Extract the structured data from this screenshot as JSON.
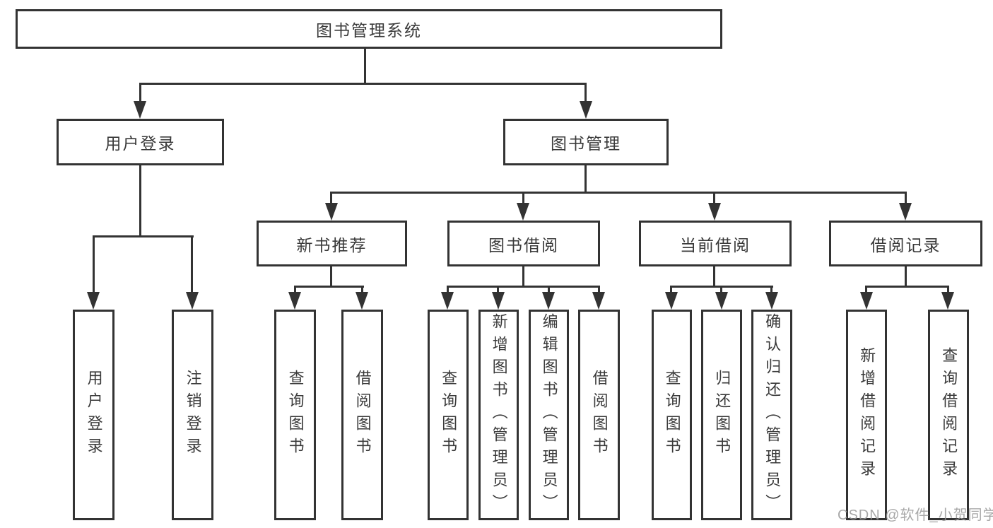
{
  "diagram": {
    "root": {
      "label": "图书管理系统"
    },
    "branches": [
      {
        "label": "用户登录",
        "children": [
          {
            "label": "用户登录"
          },
          {
            "label": "注销登录"
          }
        ]
      },
      {
        "label": "图书管理",
        "children": [
          {
            "label": "新书推荐",
            "children": [
              {
                "label": "查询图书"
              },
              {
                "label": "借阅图书"
              }
            ]
          },
          {
            "label": "图书借阅",
            "children": [
              {
                "label": "查询图书"
              },
              {
                "label": "新增图书（管理员）"
              },
              {
                "label": "编辑图书（管理员）"
              },
              {
                "label": "借阅图书"
              }
            ]
          },
          {
            "label": "当前借阅",
            "children": [
              {
                "label": "查询图书"
              },
              {
                "label": "归还图书"
              },
              {
                "label": "确认归还（管理员）"
              }
            ]
          },
          {
            "label": "借阅记录",
            "children": [
              {
                "label": "新增借阅记录"
              },
              {
                "label": "查询借阅记录"
              }
            ]
          }
        ]
      }
    ]
  },
  "watermark": {
    "text": "CSDN @软件_小贺同学"
  },
  "colors": {
    "line": "#333333",
    "text": "#3a3a3a",
    "background": "#ffffff",
    "watermark": "#999999"
  }
}
